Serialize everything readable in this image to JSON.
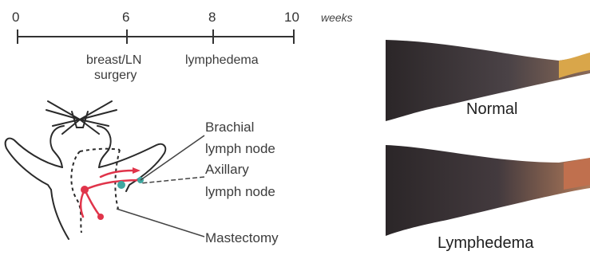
{
  "timeline": {
    "ticks": [
      {
        "label": "0"
      },
      {
        "label": "6"
      },
      {
        "label": "8"
      },
      {
        "label": "10"
      }
    ],
    "unit_label": "weeks",
    "events": [
      {
        "label_line1": "breast/LN",
        "label_line2": "surgery"
      },
      {
        "label_line1": "lymphedema",
        "label_line2": ""
      }
    ]
  },
  "diagram": {
    "labels": {
      "brachial_line1": "Brachial",
      "brachial_line2": "lymph node",
      "axillary_line1": "Axillary",
      "axillary_line2": "lymph node",
      "mastectomy": "Mastectomy"
    },
    "colors": {
      "lymph_vessel_red": "#e0344a",
      "lymph_node_teal": "#3fa7a0",
      "outline": "#2a2a2a"
    }
  },
  "photos": {
    "top_label": "Normal",
    "bottom_label": "Lymphedema",
    "colors": {
      "fur_dark": "#2b2628",
      "fur_mid": "#4a4246",
      "paw": "#d9a64a"
    }
  }
}
